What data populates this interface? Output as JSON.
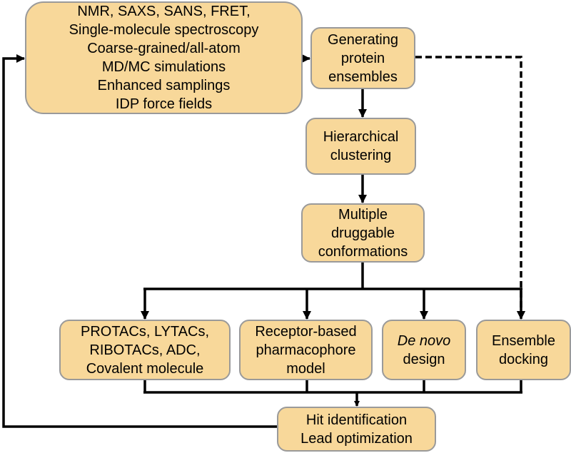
{
  "colors": {
    "box_fill": "#F8D89A",
    "box_border": "#9a9a9a",
    "line": "#000000"
  },
  "nodes": {
    "methods": [
      "NMR, SAXS, SANS, FRET,",
      "Single-molecule spectroscopy",
      "Coarse-grained/all-atom",
      "MD/MC simulations",
      "Enhanced samplings",
      "IDP force fields"
    ],
    "generating": [
      "Generating",
      "protein",
      "ensembles"
    ],
    "clustering": [
      "Hierarchical",
      "clustering"
    ],
    "conformations": [
      "Multiple",
      "druggable",
      "conformations"
    ],
    "protacs": [
      "PROTACs, LYTACs,",
      "RIBOTACs, ADC,",
      "Covalent molecule"
    ],
    "pharmacophore": [
      "Receptor-based",
      "pharmacophore",
      "model"
    ],
    "denovo": [
      "De novo",
      "design"
    ],
    "docking": [
      "Ensemble",
      "docking"
    ],
    "hit": [
      "Hit identification",
      "Lead optimization"
    ]
  }
}
